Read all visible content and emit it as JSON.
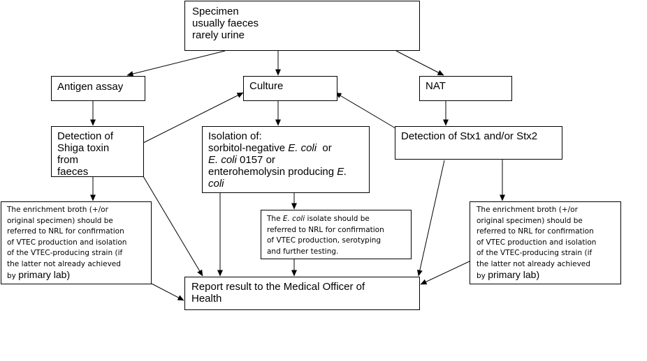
{
  "specimen": {
    "title": "Specimen",
    "line1": "usually faeces",
    "line2": "rarely urine"
  },
  "antigen_assay": "Antigen assay",
  "culture": "Culture",
  "nat": "NAT",
  "shiga": {
    "l1": "Detection of",
    "l2": "Shiga toxin",
    "l3": "from",
    "l4": "faeces"
  },
  "isolation": {
    "l1": "Isolation of:",
    "l2a": "sorbitol-negative ",
    "l2b": "E. coli",
    "l2c": "  or",
    "l3a": "E. coli",
    "l3b": " 0157 or",
    "l4a": "enterohemolysin producing ",
    "l4b": "E.",
    "l5": "coli"
  },
  "stx": "Detection of Stx1 and/or Stx2",
  "enrich_left": {
    "l1": "The enrichment broth (+/or",
    "l2": "original specimen) should be",
    "l3": "referred to NRL for confirmation",
    "l4": "of VTEC production and isolation",
    "l5": "of the VTEC-producing strain (if",
    "l6": "the latter not already achieved",
    "l7a": "by ",
    "l7b": "primary lab)"
  },
  "isolate_box": {
    "l1a": "The ",
    "l1b": "E. coli",
    "l1c": " isolate should be",
    "l2": "referred to NRL for confirmation",
    "l3": "of VTEC production, serotyping",
    "l4": "and further testing."
  },
  "enrich_right": {
    "l1": "The enrichment broth (+/or",
    "l2": "original specimen) should be",
    "l3": "referred to NRL for confirmation",
    "l4": "of VTEC production and isolation",
    "l5": "of the VTEC-producing strain (if",
    "l6": "the latter not already achieved",
    "l7a": "by ",
    "l7b": "primary lab)"
  },
  "report": {
    "l1": "Report result to the Medical Officer of",
    "l2": "Health"
  }
}
